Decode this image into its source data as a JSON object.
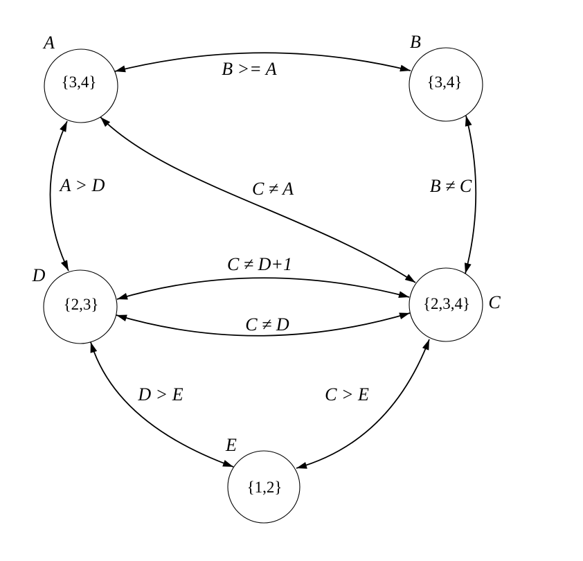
{
  "graph": {
    "colors": {
      "ink": "#000000",
      "background": "#ffffff"
    },
    "nodes": {
      "A": {
        "letter": "A",
        "domain": "{3,4}"
      },
      "B": {
        "letter": "B",
        "domain": "{3,4}"
      },
      "C": {
        "letter": "C",
        "domain": "{2,3,4}"
      },
      "D": {
        "letter": "D",
        "domain": "{2,3}"
      },
      "E": {
        "letter": "E",
        "domain": "{1,2}"
      }
    },
    "edges": {
      "a_b": {
        "between": "A-B",
        "label": "B >= A",
        "bidirectional": true
      },
      "a_d": {
        "between": "A-D",
        "label": "A > D",
        "bidirectional": true
      },
      "c_a": {
        "between": "A-C",
        "label": "C ≠ A",
        "bidirectional": true
      },
      "b_c": {
        "between": "B-C",
        "label": "B ≠ C",
        "bidirectional": true
      },
      "c_d1": {
        "between": "D-C",
        "label": "C ≠ D+1",
        "bidirectional": true
      },
      "c_d": {
        "between": "D-C",
        "label": "C ≠ D",
        "bidirectional": true
      },
      "d_e": {
        "between": "D-E",
        "label": "D > E",
        "bidirectional": true
      },
      "c_e": {
        "between": "E-C",
        "label": "C > E",
        "bidirectional": true
      }
    }
  }
}
